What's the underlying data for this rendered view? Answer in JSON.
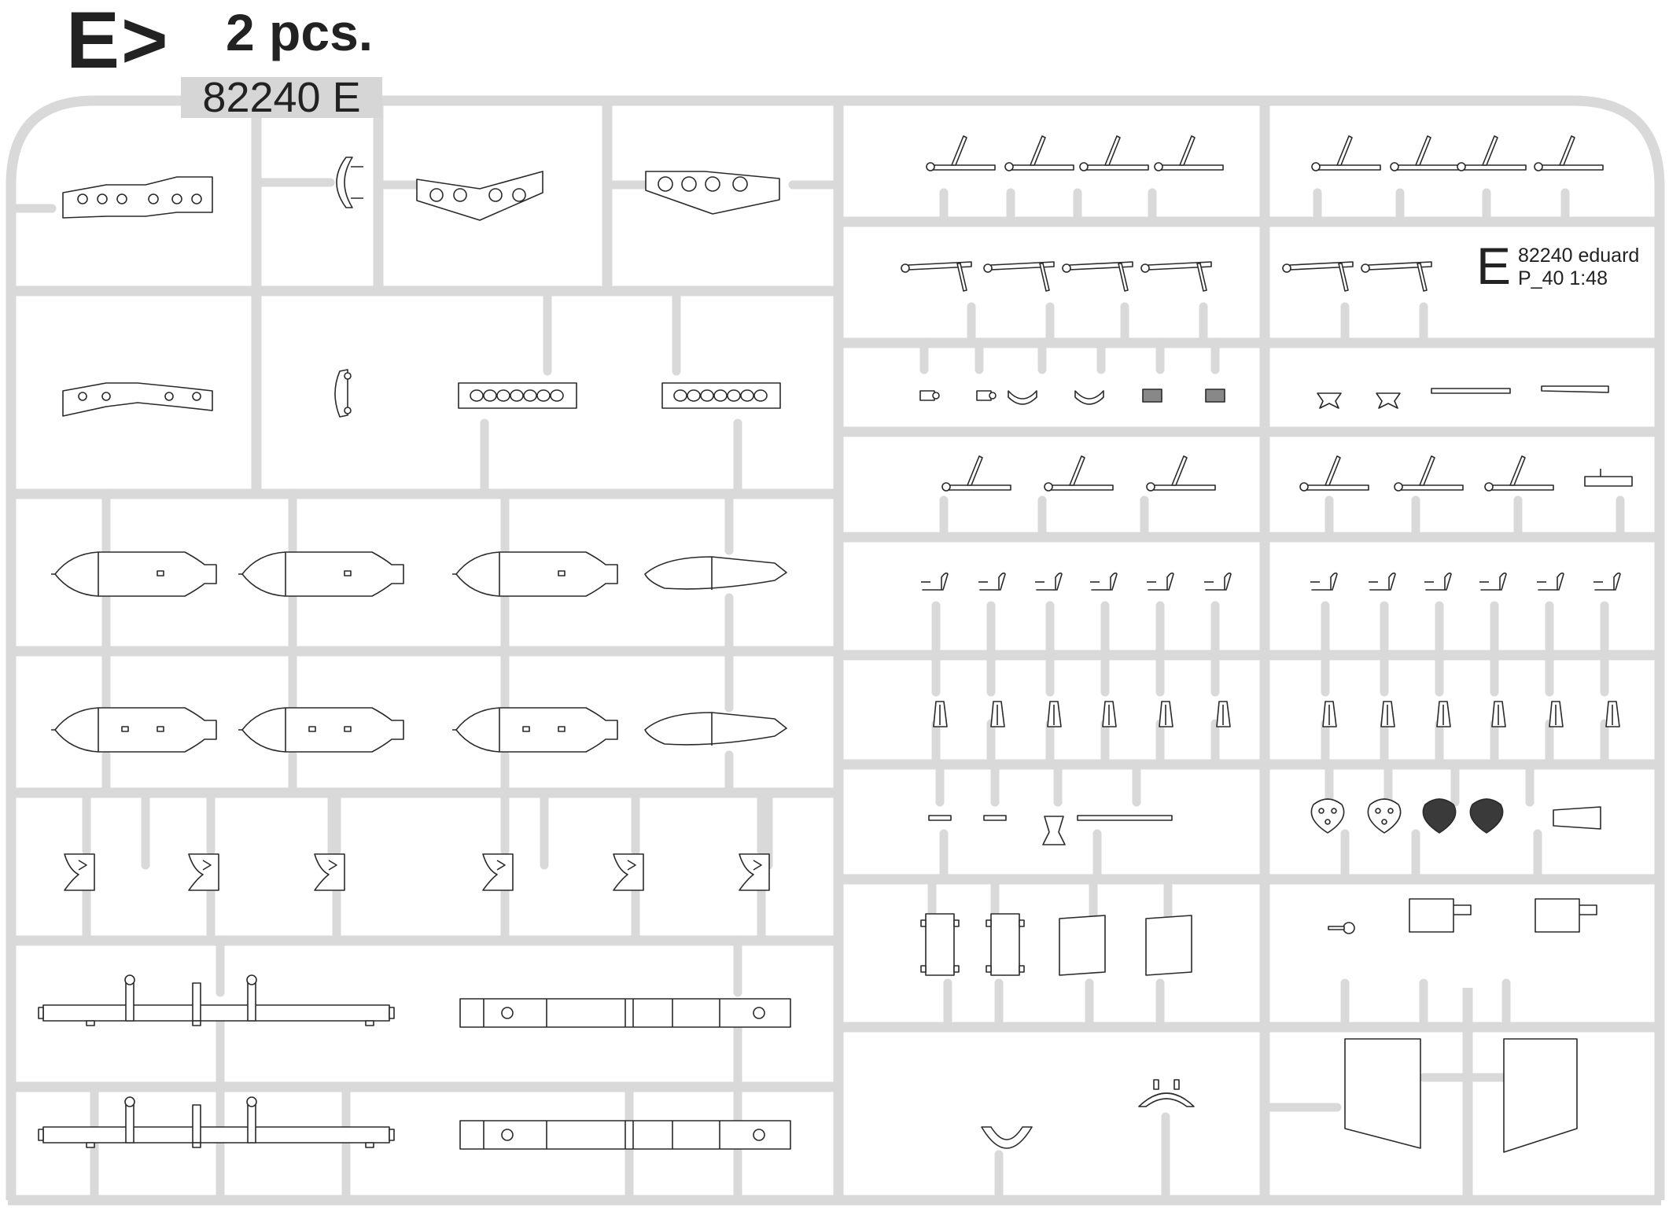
{
  "header": {
    "sprue_letter": "E>",
    "quantity": "2 pcs.",
    "kit_code": "82240 E"
  },
  "sprue_logo": {
    "letter": "E",
    "line1": "82240 eduard",
    "line2": "P_40 1:48"
  },
  "colors": {
    "frame": "#d9d9d9",
    "part_stroke": "#2a2a2a",
    "part_fill": "#ffffff",
    "dark_part": "#3a3a3a"
  }
}
